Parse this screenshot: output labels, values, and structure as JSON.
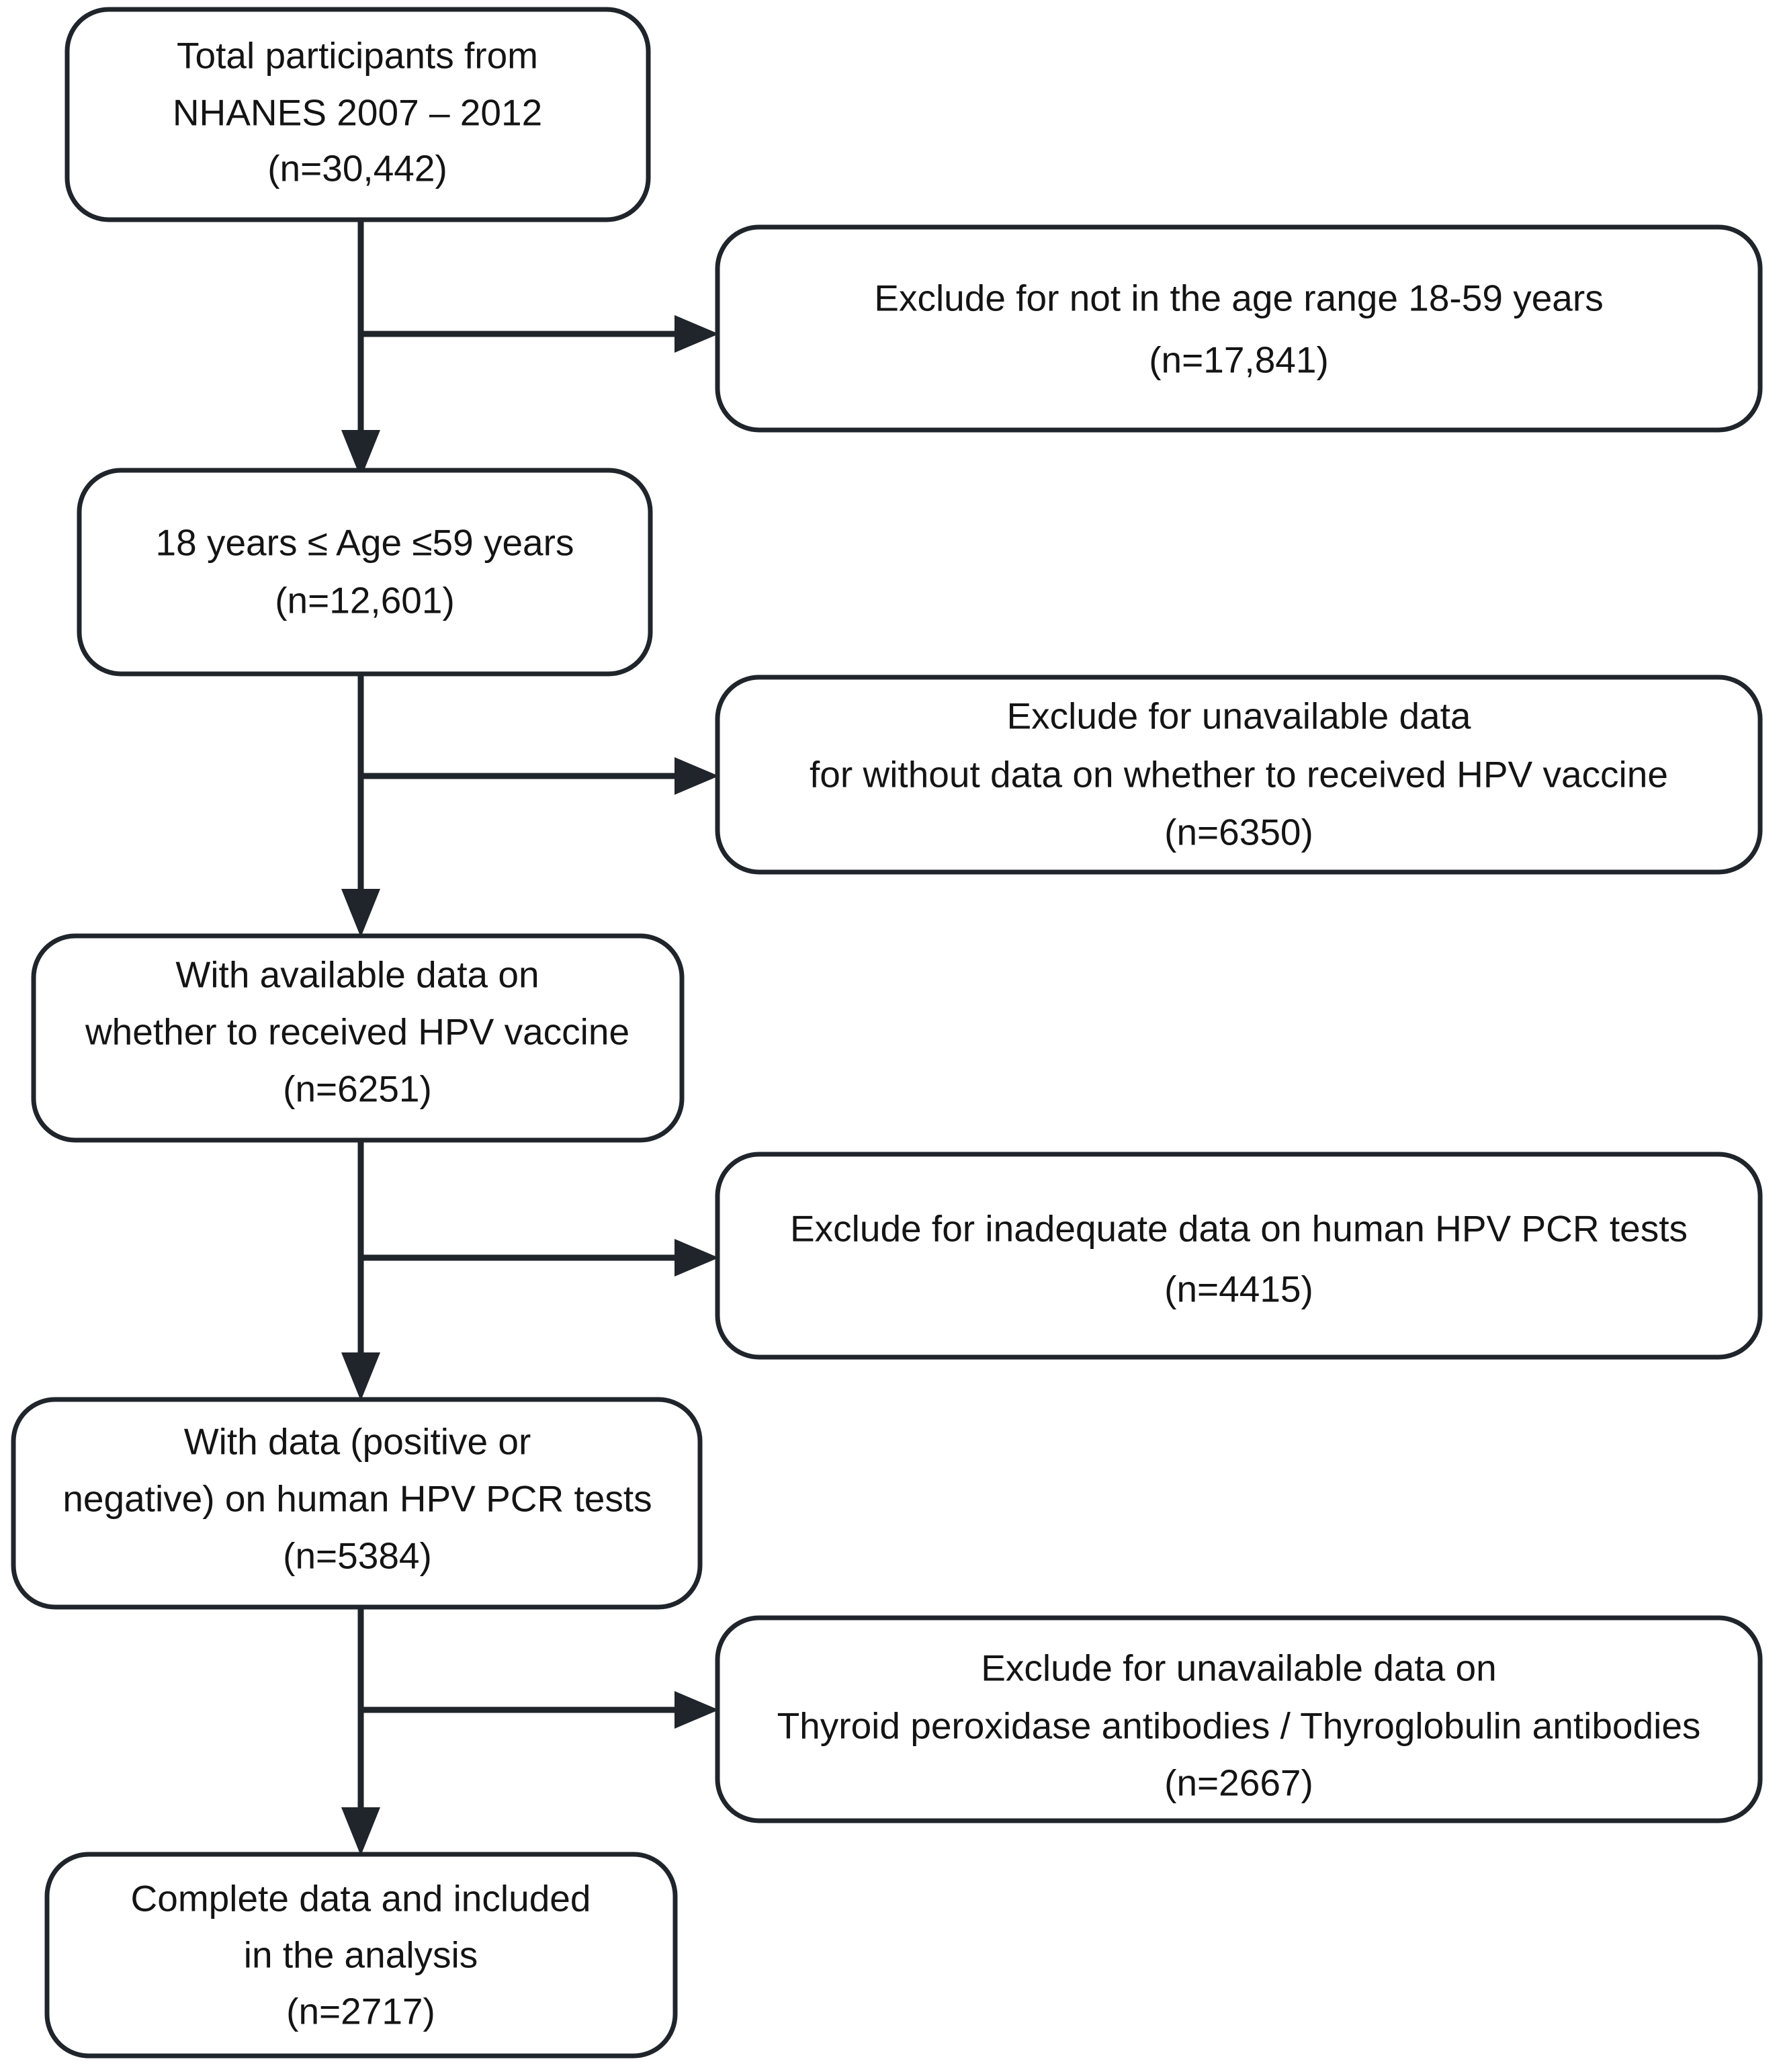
{
  "diagram": {
    "type": "participant-selection-flowchart",
    "title": "NHANES participant selection flow diagram",
    "background_color": "#ffffff",
    "stroke_color": "#20242b",
    "text_color": "#141414"
  },
  "nodes": {
    "total_participants": {
      "id": "total-participants",
      "lines": [
        "Total participants from",
        "NHANES 2007 – 2012",
        "(n=30,442)"
      ],
      "count": "30,442",
      "column": "left"
    },
    "age_range": {
      "id": "age-range",
      "lines": [
        "18 years ≤ Age ≤59 years",
        "(n=12,601)"
      ],
      "count": "12,601",
      "column": "left"
    },
    "hpv_vaccine_data": {
      "id": "hpv-vaccine-data",
      "lines": [
        "With available data on",
        "whether to received HPV vaccine",
        "(n=6251)"
      ],
      "count": "6251",
      "column": "left"
    },
    "hpv_pcr_data": {
      "id": "hpv-pcr-data",
      "lines": [
        "With data (positive or",
        "negative) on human HPV PCR tests",
        "(n=5384)"
      ],
      "count": "5384",
      "column": "left"
    },
    "final_included": {
      "id": "final-included",
      "lines": [
        "Complete data and included",
        "in the analysis",
        "(n=2717)"
      ],
      "count": "2717",
      "column": "left"
    },
    "exclude_age": {
      "id": "exclude-age",
      "lines": [
        "Exclude for not in the age range 18-59 years",
        "(n=17,841)"
      ],
      "count": "17,841",
      "column": "right"
    },
    "exclude_vaccine": {
      "id": "exclude-vaccine",
      "lines": [
        "Exclude for unavailable data",
        "for without data on whether to received HPV vaccine",
        "(n=6350)"
      ],
      "count": "6350",
      "column": "right"
    },
    "exclude_pcr": {
      "id": "exclude-pcr",
      "lines": [
        "Exclude for inadequate data on human HPV PCR tests",
        "(n=4415)"
      ],
      "count": "4415",
      "column": "right"
    },
    "exclude_antibodies": {
      "id": "exclude-antibodies",
      "lines": [
        "Exclude for unavailable data on",
        "Thyroid peroxidase antibodies / Thyroglobulin antibodies",
        "(n=2667)"
      ],
      "count": "2667",
      "column": "right"
    }
  },
  "connectors": [
    {
      "id": "total-to-age",
      "kind": "vertical-arrow"
    },
    {
      "id": "total-to-exclude-age",
      "kind": "horizontal-arrow"
    },
    {
      "id": "age-to-vaccine",
      "kind": "vertical-arrow"
    },
    {
      "id": "age-to-exclude-vaccine",
      "kind": "horizontal-arrow"
    },
    {
      "id": "vaccine-to-pcr",
      "kind": "vertical-arrow"
    },
    {
      "id": "vaccine-to-exclude-pcr",
      "kind": "horizontal-arrow"
    },
    {
      "id": "pcr-to-final",
      "kind": "vertical-arrow"
    },
    {
      "id": "pcr-to-exclude-antibodies",
      "kind": "horizontal-arrow"
    }
  ]
}
